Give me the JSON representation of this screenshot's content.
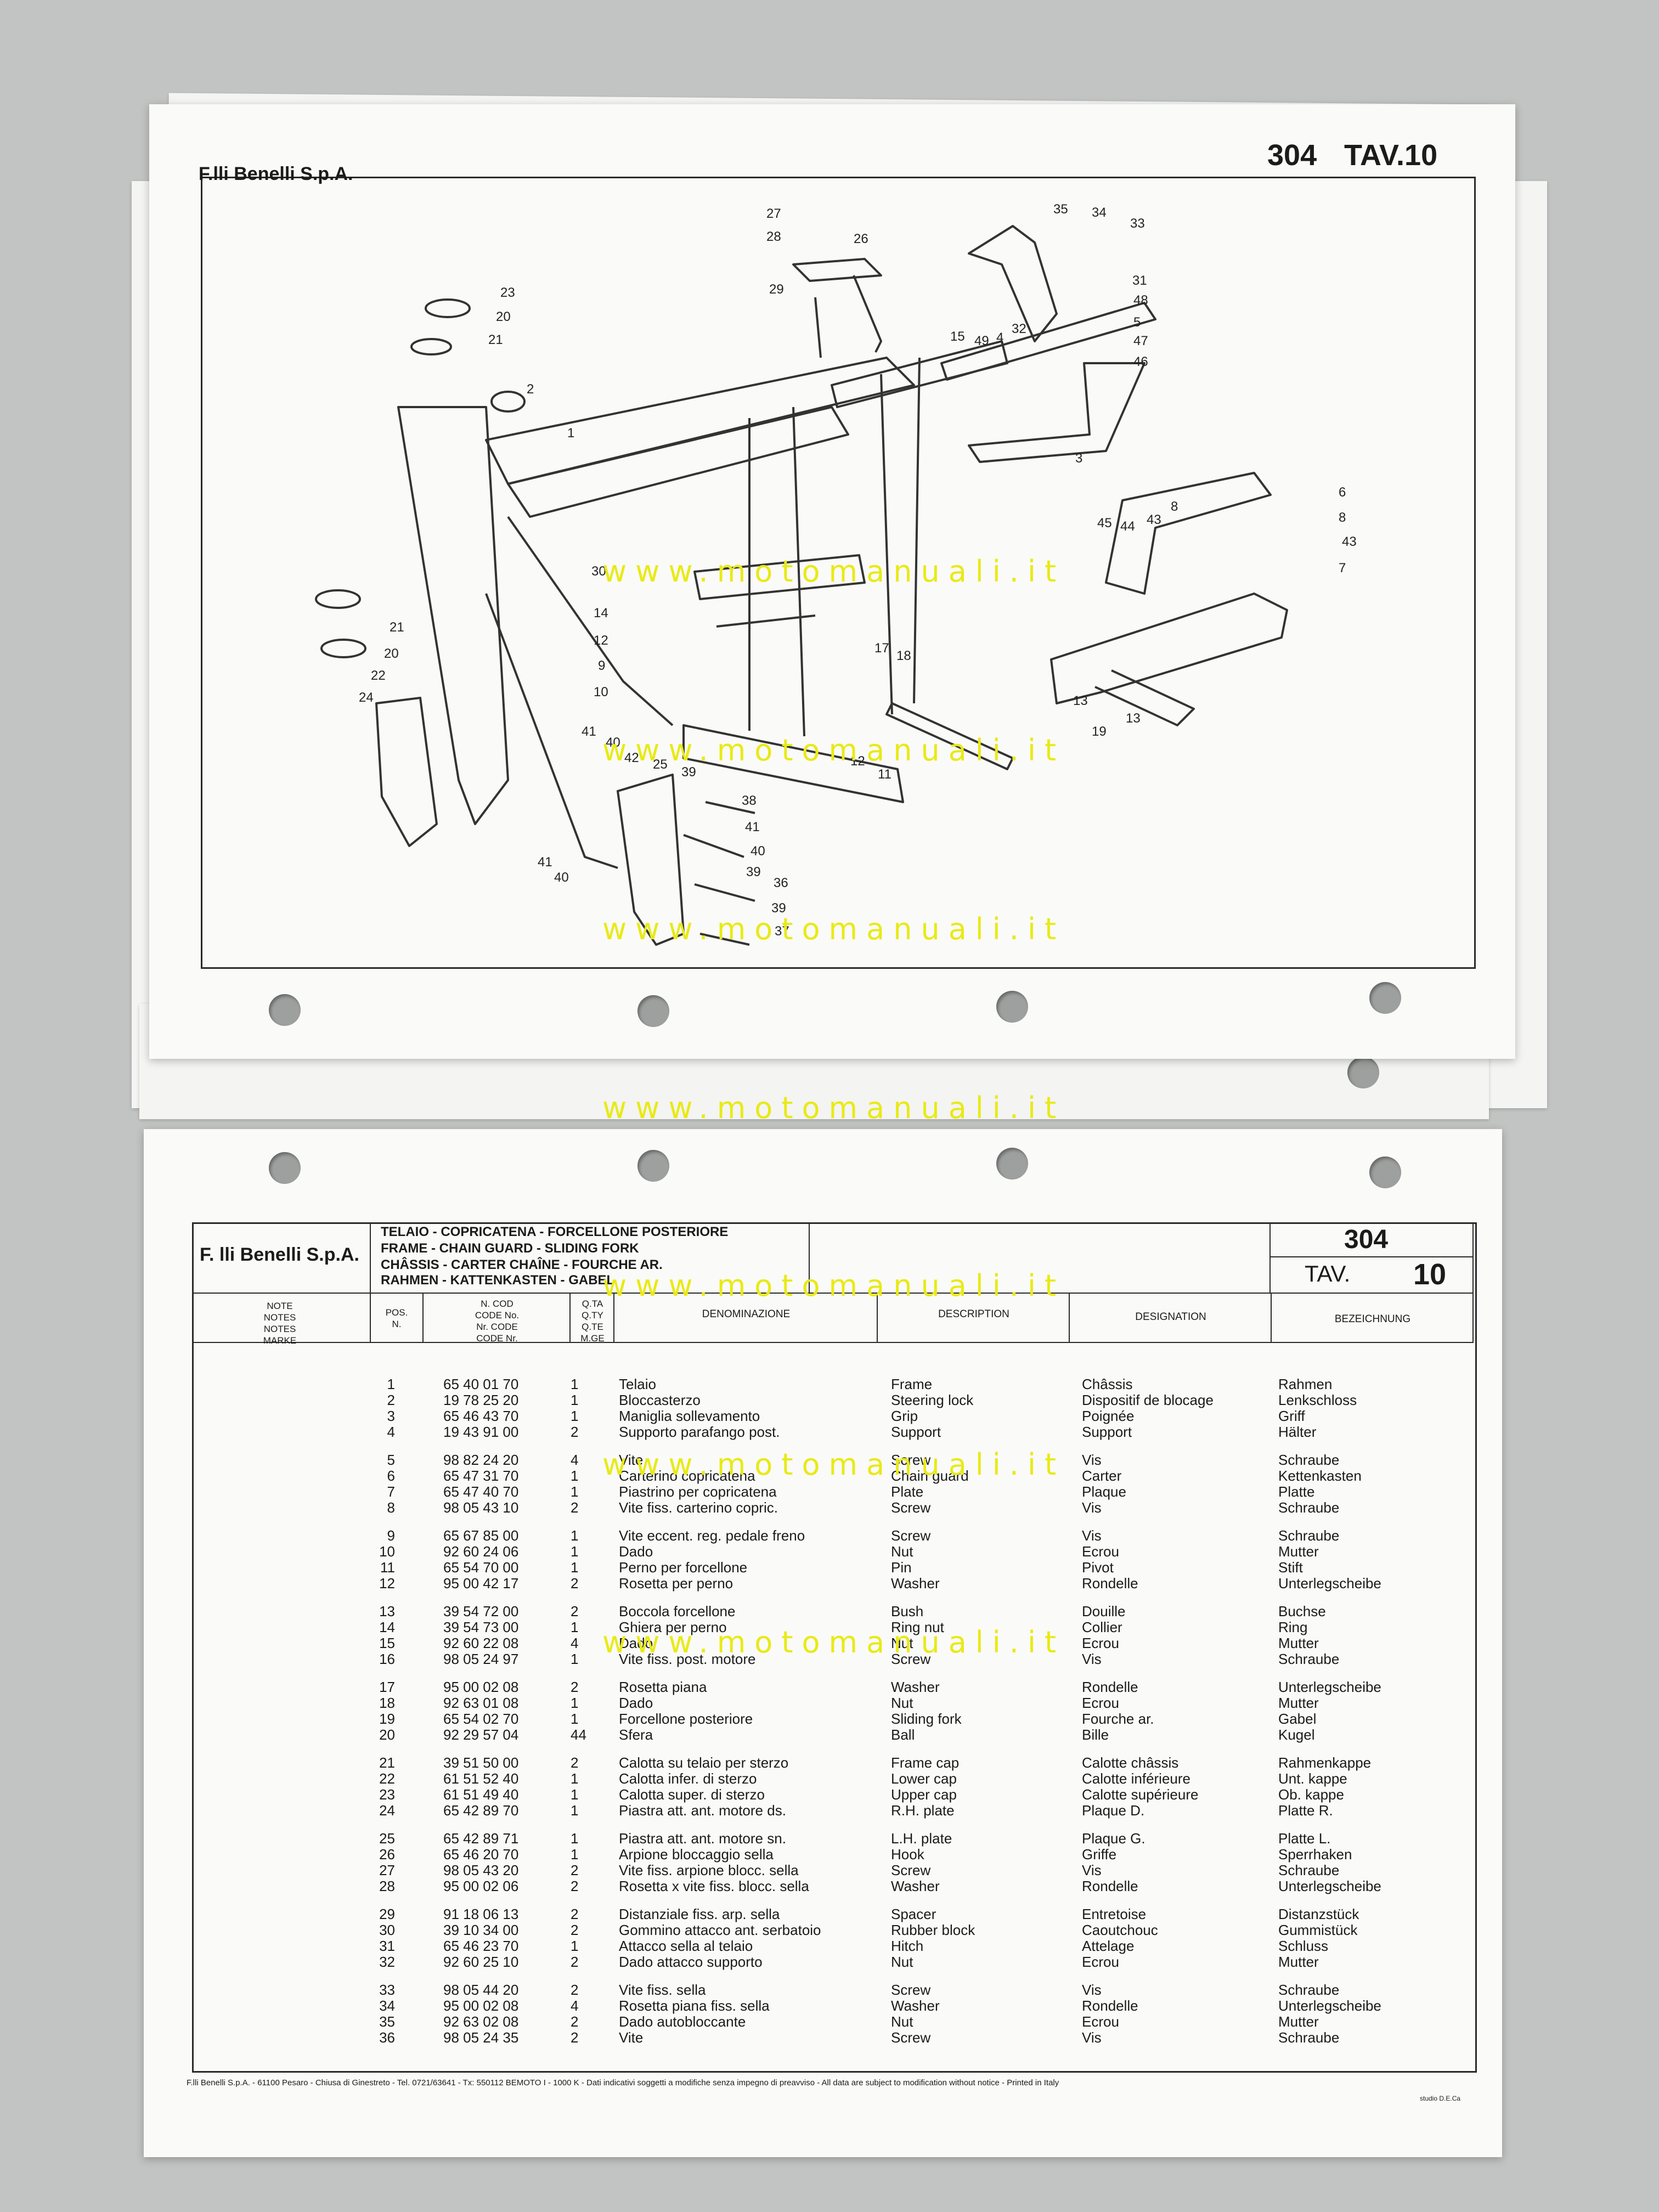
{
  "watermark": "www.motomanuali.it",
  "diagram_page": {
    "brand": "F.lli Benelli S.p.A.",
    "model": "304",
    "table": "TAV.10",
    "callouts": [
      "27",
      "28",
      "26",
      "29",
      "35",
      "34",
      "33",
      "31",
      "48",
      "5",
      "47",
      "46",
      "32",
      "4",
      "49",
      "15",
      "1",
      "23",
      "20",
      "21",
      "2",
      "3",
      "6",
      "8",
      "43",
      "7",
      "45",
      "44",
      "43",
      "8",
      "30",
      "14",
      "12",
      "9",
      "10",
      "21",
      "20",
      "22",
      "24",
      "17",
      "18",
      "11",
      "12",
      "13",
      "19",
      "13",
      "41",
      "40",
      "42",
      "25",
      "39",
      "38",
      "41",
      "40",
      "39",
      "36",
      "39",
      "37",
      "41",
      "40"
    ]
  },
  "parts_page": {
    "brand": "F. lli Benelli S.p.A.",
    "titles": [
      "TELAIO - COPRICATENA - FORCELLONE POSTERIORE",
      "FRAME - CHAIN GUARD - SLIDING FORK",
      "CHÂSSIS - CARTER CHAÎNE - FOURCHE AR.",
      "RAHMEN - KATTENKASTEN - GABEL"
    ],
    "model": "304",
    "tav_label": "TAV.",
    "tav_number": "10",
    "headers": {
      "note": [
        "NOTE",
        "NOTES",
        "NOTES",
        "MARKE"
      ],
      "pos": [
        "POS.",
        "N."
      ],
      "code": [
        "N. COD",
        "CODE No.",
        "Nr. CODE",
        "CODE Nr."
      ],
      "qty": [
        "Q.TA",
        "Q.TY",
        "Q.TE",
        "M.GE"
      ],
      "denominazione": "DENOMINAZIONE",
      "description": "DESCRIPTION",
      "designation": "DESIGNATION",
      "bezeichnung": "BEZEICHNUNG"
    },
    "rows": [
      {
        "pos": "1",
        "code": "65 40 01 70",
        "qty": "1",
        "it": "Telaio",
        "en": "Frame",
        "fr": "Châssis",
        "de": "Rahmen"
      },
      {
        "pos": "2",
        "code": "19 78 25 20",
        "qty": "1",
        "it": "Bloccasterzo",
        "en": "Steering lock",
        "fr": "Dispositif de blocage",
        "de": "Lenkschloss"
      },
      {
        "pos": "3",
        "code": "65 46 43 70",
        "qty": "1",
        "it": "Maniglia sollevamento",
        "en": "Grip",
        "fr": "Poignée",
        "de": "Griff"
      },
      {
        "pos": "4",
        "code": "19 43 91 00",
        "qty": "2",
        "it": "Supporto parafango post.",
        "en": "Support",
        "fr": "Support",
        "de": "Hälter"
      },
      {
        "pos": "5",
        "code": "98 82 24 20",
        "qty": "4",
        "it": "Vite",
        "en": "Screw",
        "fr": "Vis",
        "de": "Schraube"
      },
      {
        "pos": "6",
        "code": "65 47 31 70",
        "qty": "1",
        "it": "Carterino copricatena",
        "en": "Chain guard",
        "fr": "Carter",
        "de": "Kettenkasten"
      },
      {
        "pos": "7",
        "code": "65 47 40 70",
        "qty": "1",
        "it": "Piastrino per copricatena",
        "en": "Plate",
        "fr": "Plaque",
        "de": "Platte"
      },
      {
        "pos": "8",
        "code": "98 05 43 10",
        "qty": "2",
        "it": "Vite fiss. carterino copric.",
        "en": "Screw",
        "fr": "Vis",
        "de": "Schraube"
      },
      {
        "pos": "9",
        "code": "65 67 85 00",
        "qty": "1",
        "it": "Vite eccent. reg. pedale freno",
        "en": "Screw",
        "fr": "Vis",
        "de": "Schraube"
      },
      {
        "pos": "10",
        "code": "92 60 24 06",
        "qty": "1",
        "it": "Dado",
        "en": "Nut",
        "fr": "Ecrou",
        "de": "Mutter"
      },
      {
        "pos": "11",
        "code": "65 54 70 00",
        "qty": "1",
        "it": "Perno per forcellone",
        "en": "Pin",
        "fr": "Pivot",
        "de": "Stift"
      },
      {
        "pos": "12",
        "code": "95 00 42 17",
        "qty": "2",
        "it": "Rosetta per perno",
        "en": "Washer",
        "fr": "Rondelle",
        "de": "Unterlegscheibe"
      },
      {
        "pos": "13",
        "code": "39 54 72 00",
        "qty": "2",
        "it": "Boccola forcellone",
        "en": "Bush",
        "fr": "Douille",
        "de": "Buchse"
      },
      {
        "pos": "14",
        "code": "39 54 73 00",
        "qty": "1",
        "it": "Ghiera per perno",
        "en": "Ring nut",
        "fr": "Collier",
        "de": "Ring"
      },
      {
        "pos": "15",
        "code": "92 60 22 08",
        "qty": "4",
        "it": "Dado",
        "en": "Nut",
        "fr": "Ecrou",
        "de": "Mutter"
      },
      {
        "pos": "16",
        "code": "98 05 24 97",
        "qty": "1",
        "it": "Vite fiss. post. motore",
        "en": "Screw",
        "fr": "Vis",
        "de": "Schraube"
      },
      {
        "pos": "17",
        "code": "95 00 02 08",
        "qty": "2",
        "it": "Rosetta piana",
        "en": "Washer",
        "fr": "Rondelle",
        "de": "Unterlegscheibe"
      },
      {
        "pos": "18",
        "code": "92 63 01 08",
        "qty": "1",
        "it": "Dado",
        "en": "Nut",
        "fr": "Ecrou",
        "de": "Mutter"
      },
      {
        "pos": "19",
        "code": "65 54 02 70",
        "qty": "1",
        "it": "Forcellone posteriore",
        "en": "Sliding fork",
        "fr": "Fourche ar.",
        "de": "Gabel"
      },
      {
        "pos": "20",
        "code": "92 29 57 04",
        "qty": "44",
        "it": "Sfera",
        "en": "Ball",
        "fr": "Bille",
        "de": "Kugel"
      },
      {
        "pos": "21",
        "code": "39 51 50 00",
        "qty": "2",
        "it": "Calotta su telaio per sterzo",
        "en": "Frame cap",
        "fr": "Calotte châssis",
        "de": "Rahmenkappe"
      },
      {
        "pos": "22",
        "code": "61 51 52 40",
        "qty": "1",
        "it": "Calotta infer. di sterzo",
        "en": "Lower cap",
        "fr": "Calotte inférieure",
        "de": "Unt. kappe"
      },
      {
        "pos": "23",
        "code": "61 51 49 40",
        "qty": "1",
        "it": "Calotta super. di sterzo",
        "en": "Upper cap",
        "fr": "Calotte supérieure",
        "de": "Ob. kappe"
      },
      {
        "pos": "24",
        "code": "65 42 89 70",
        "qty": "1",
        "it": "Piastra att. ant. motore ds.",
        "en": "R.H. plate",
        "fr": "Plaque D.",
        "de": "Platte R."
      },
      {
        "pos": "25",
        "code": "65 42 89 71",
        "qty": "1",
        "it": "Piastra att. ant. motore sn.",
        "en": "L.H. plate",
        "fr": "Plaque G.",
        "de": "Platte L."
      },
      {
        "pos": "26",
        "code": "65 46 20 70",
        "qty": "1",
        "it": "Arpione bloccaggio sella",
        "en": "Hook",
        "fr": "Griffe",
        "de": "Sperrhaken"
      },
      {
        "pos": "27",
        "code": "98 05 43 20",
        "qty": "2",
        "it": "Vite fiss. arpione blocc. sella",
        "en": "Screw",
        "fr": "Vis",
        "de": "Schraube"
      },
      {
        "pos": "28",
        "code": "95 00 02 06",
        "qty": "2",
        "it": "Rosetta x vite fiss. blocc. sella",
        "en": "Washer",
        "fr": "Rondelle",
        "de": "Unterlegscheibe"
      },
      {
        "pos": "29",
        "code": "91 18 06 13",
        "qty": "2",
        "it": "Distanziale fiss. arp. sella",
        "en": "Spacer",
        "fr": "Entretoise",
        "de": "Distanzstück"
      },
      {
        "pos": "30",
        "code": "39 10 34 00",
        "qty": "2",
        "it": "Gommino attacco ant. serbatoio",
        "en": "Rubber block",
        "fr": "Caoutchouc",
        "de": "Gummistück"
      },
      {
        "pos": "31",
        "code": "65 46 23 70",
        "qty": "1",
        "it": "Attacco sella al telaio",
        "en": "Hitch",
        "fr": "Attelage",
        "de": "Schluss"
      },
      {
        "pos": "32",
        "code": "92 60 25 10",
        "qty": "2",
        "it": "Dado attacco supporto",
        "en": "Nut",
        "fr": "Ecrou",
        "de": "Mutter"
      },
      {
        "pos": "33",
        "code": "98 05 44 20",
        "qty": "2",
        "it": "Vite fiss. sella",
        "en": "Screw",
        "fr": "Vis",
        "de": "Schraube"
      },
      {
        "pos": "34",
        "code": "95 00 02 08",
        "qty": "4",
        "it": "Rosetta piana fiss. sella",
        "en": "Washer",
        "fr": "Rondelle",
        "de": "Unterlegscheibe"
      },
      {
        "pos": "35",
        "code": "92 63 02 08",
        "qty": "2",
        "it": "Dado autobloccante",
        "en": "Nut",
        "fr": "Ecrou",
        "de": "Mutter"
      },
      {
        "pos": "36",
        "code": "98 05 24 35",
        "qty": "2",
        "it": "Vite",
        "en": "Screw",
        "fr": "Vis",
        "de": "Schraube"
      }
    ],
    "footer": "F.lli Benelli S.p.A. - 61100 Pesaro - Chiusa di Ginestreto - Tel. 0721/63641 - Tx: 550112 BEMOTO I - 1000 K - Dati indicativi soggetti a modifiche senza impegno di preavviso - All data are subject to modification without notice - Printed in Italy",
    "studio": "studio D.E.Ca"
  }
}
